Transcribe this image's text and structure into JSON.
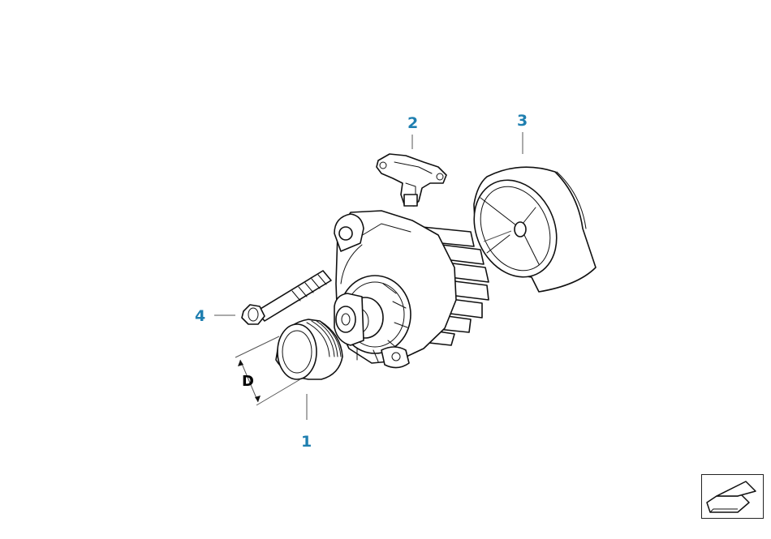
{
  "callouts": {
    "c1": "1",
    "c2": "2",
    "c3": "3",
    "c4": "4"
  },
  "dimension_label": "D",
  "colors": {
    "callout": "#1f7fb0",
    "line": "#111111",
    "background": "#ffffff"
  },
  "nav_icon": "return-arrow-icon"
}
